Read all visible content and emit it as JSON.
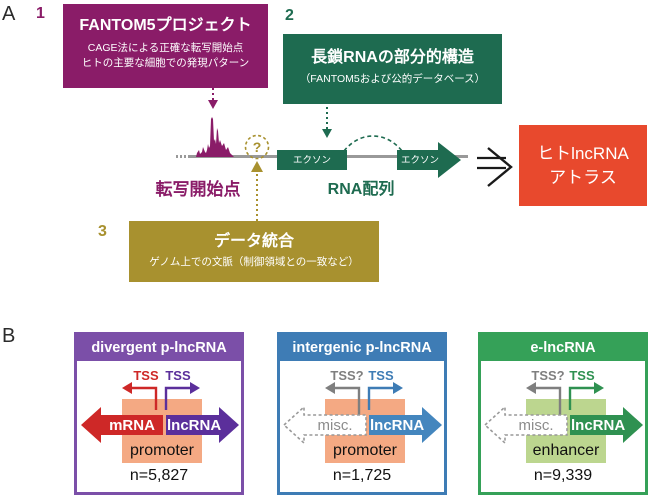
{
  "palette": {
    "purple": "#8A1C68",
    "teal_green": "#1E6B50",
    "olive": "#A8912F",
    "red_orange": "#E8492D",
    "line_gray": "#999999",
    "arrow_black": "#1A1A1A",
    "white": "#FFFFFF",
    "salmon": "#F4A983",
    "light_green": "#BCD68F"
  },
  "panel_a": {
    "label": "A",
    "step1": {
      "num": "1",
      "title": "FANTOM5プロジェクト",
      "sub1": "CAGE法による正確な転写開始点",
      "sub2": "ヒトの主要な細胞での発現パターン"
    },
    "step2": {
      "num": "2",
      "title": "長鎖RNAの部分的構造",
      "sub": "（FANTOM5および公的データベース）"
    },
    "step3": {
      "num": "3",
      "title": "データ統合",
      "sub": "ゲノム上での文脈（制御領域との一致など）"
    },
    "tss_label": "転写開始点",
    "question_mark": "?",
    "exon1_label": "エクソン",
    "exon2_label": "エクソン",
    "rna_label": "RNA配列",
    "result_line1": "ヒトlncRNA",
    "result_line2": "アトラス"
  },
  "panel_b": {
    "label": "B",
    "boxes": [
      {
        "title": "divergent p-lncRNA",
        "accent": "#7B4FA8",
        "tss_left": "TSS",
        "tss_left_color": "#CE2827",
        "tss_right": "TSS",
        "tss_right_color": "#5B2F9B",
        "left_arrow_label": "mRNA",
        "left_arrow_color": "#CE2827",
        "left_label_color": "#FFFFFF",
        "right_arrow_label": "lncRNA",
        "right_arrow_color": "#5B2F9B",
        "region_label": "promoter",
        "region_color": "#F4A983",
        "count": "n=5,827"
      },
      {
        "title": "intergenic p-lncRNA",
        "accent": "#3E7CB5",
        "tss_left": "TSS?",
        "tss_left_color": "#7F7F7F",
        "tss_right": "TSS",
        "tss_right_color": "#3E7CB5",
        "left_arrow_label": "misc.",
        "left_arrow_color": "#999999",
        "left_label_color": "#8C8C8C",
        "right_arrow_label": "lncRNA",
        "right_arrow_color": "#4486BE",
        "region_label": "promoter",
        "region_color": "#F4A983",
        "count": "n=1,725"
      },
      {
        "title": "e-lncRNA",
        "accent": "#35A158",
        "tss_left": "TSS?",
        "tss_left_color": "#7F7F7F",
        "tss_right": "TSS",
        "tss_right_color": "#2F9151",
        "left_arrow_label": "misc.",
        "left_arrow_color": "#999999",
        "left_label_color": "#8C8C8C",
        "right_arrow_label": "lncRNA",
        "right_arrow_color": "#2F9151",
        "region_label": "enhancer",
        "region_color": "#BCD68F",
        "count": "n=9,339"
      }
    ]
  }
}
